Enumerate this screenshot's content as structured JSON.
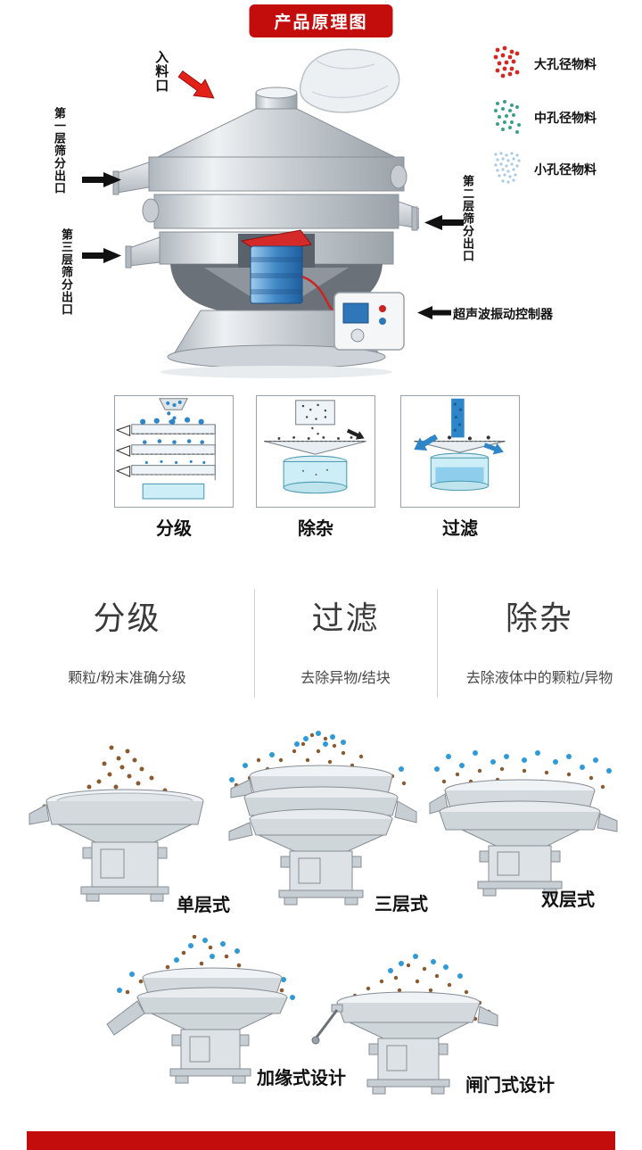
{
  "header": {
    "badge": "产品原理图",
    "badge_color": "#c30d0d"
  },
  "principle": {
    "labels": {
      "inlet": "入料口",
      "outlet_layer1": "第一层筛分出口",
      "outlet_layer2": "第二层筛分出口",
      "outlet_layer3": "第三层筛分出口",
      "controller": "超声波振动控制器"
    },
    "legend": [
      {
        "label": "大孔径物料",
        "color": "#d02a22"
      },
      {
        "label": "中孔径物料",
        "color": "#3aa08a"
      },
      {
        "label": "小孔径物料",
        "color": "#a9c9e6"
      }
    ]
  },
  "functions": [
    {
      "label": "分级"
    },
    {
      "label": "除杂"
    },
    {
      "label": "过滤"
    }
  ],
  "features": [
    {
      "title": "分级",
      "desc": "颗粒/粉末准确分级"
    },
    {
      "title": "过滤",
      "desc": "去除异物/结块"
    },
    {
      "title": "除杂",
      "desc": "去除液体中的颗粒/异物"
    }
  ],
  "models": [
    {
      "label": "单层式"
    },
    {
      "label": "三层式"
    },
    {
      "label": "双层式"
    },
    {
      "label": "加缘式设计"
    },
    {
      "label": "闸门式设计"
    }
  ],
  "colors": {
    "accent_red": "#c30d0d",
    "dot_brown": "#8a5a30",
    "dot_blue": "#2e9bd6",
    "motor_blue": "#3f87c6"
  }
}
